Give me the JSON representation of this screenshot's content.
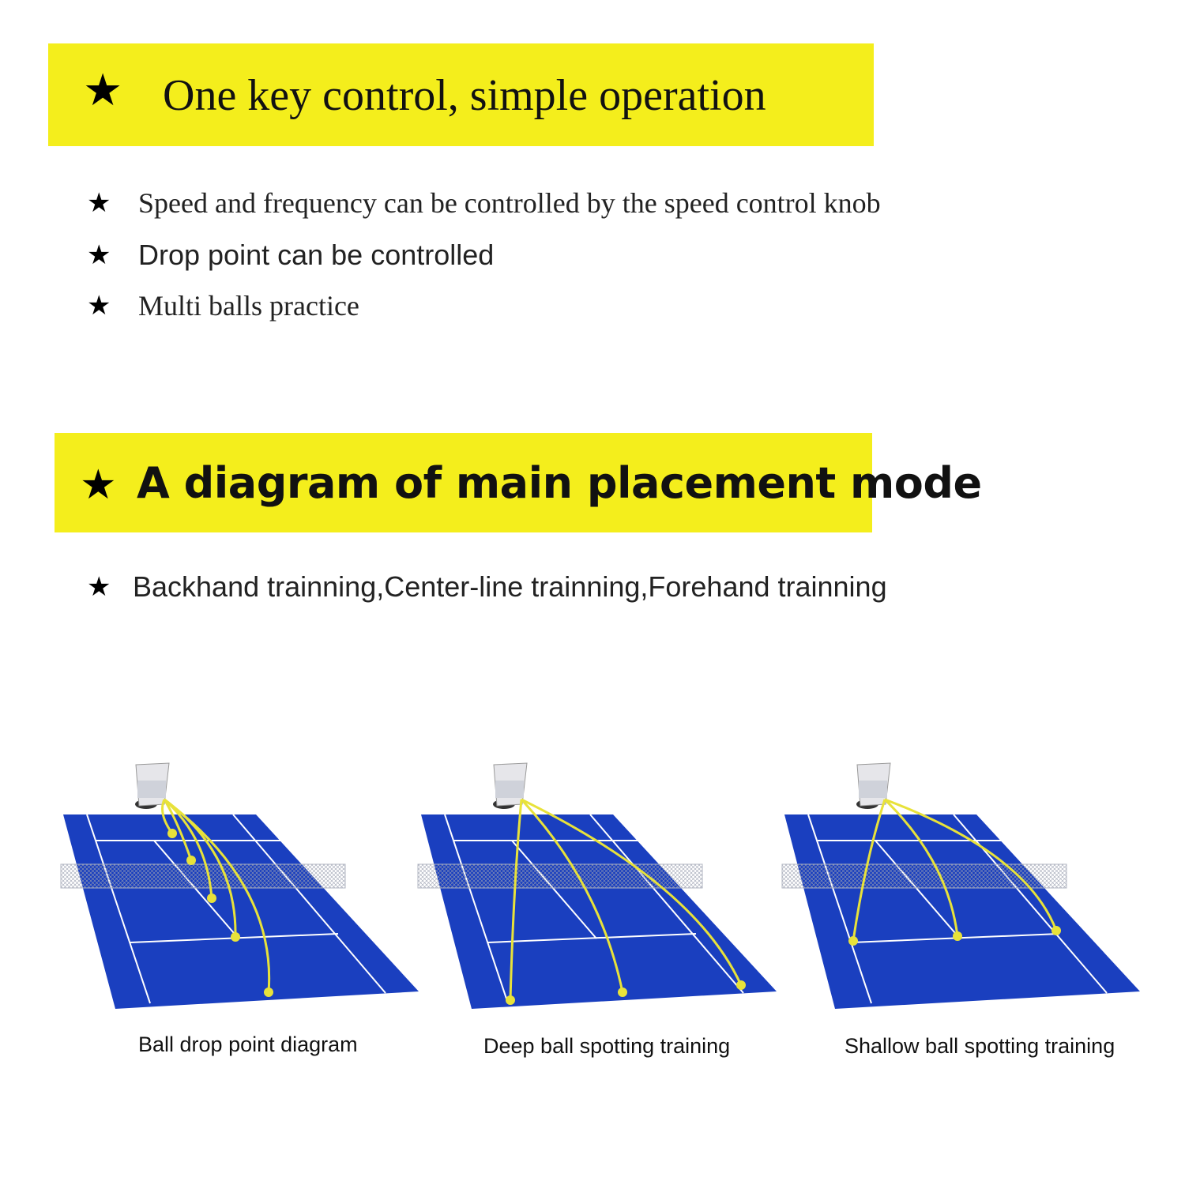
{
  "section1": {
    "star": "★",
    "title": "One key control, simple operation",
    "bullets": [
      "Speed and frequency can be controlled by the speed control knob",
      "Drop point can be controlled",
      "Multi balls practice"
    ]
  },
  "section2": {
    "star": "★",
    "title": "A diagram of main placement mode",
    "bullet": "Backhand trainning,Center-line trainning,Forehand trainning"
  },
  "diagrams": [
    {
      "caption": "Ball drop point diagram"
    },
    {
      "caption": "Deep ball spotting training"
    },
    {
      "caption": "Shallow ball spotting training"
    }
  ],
  "colors": {
    "banner": "#f4ee1c",
    "court": "#1a3fbf",
    "trajectory": "#e8e23a"
  }
}
